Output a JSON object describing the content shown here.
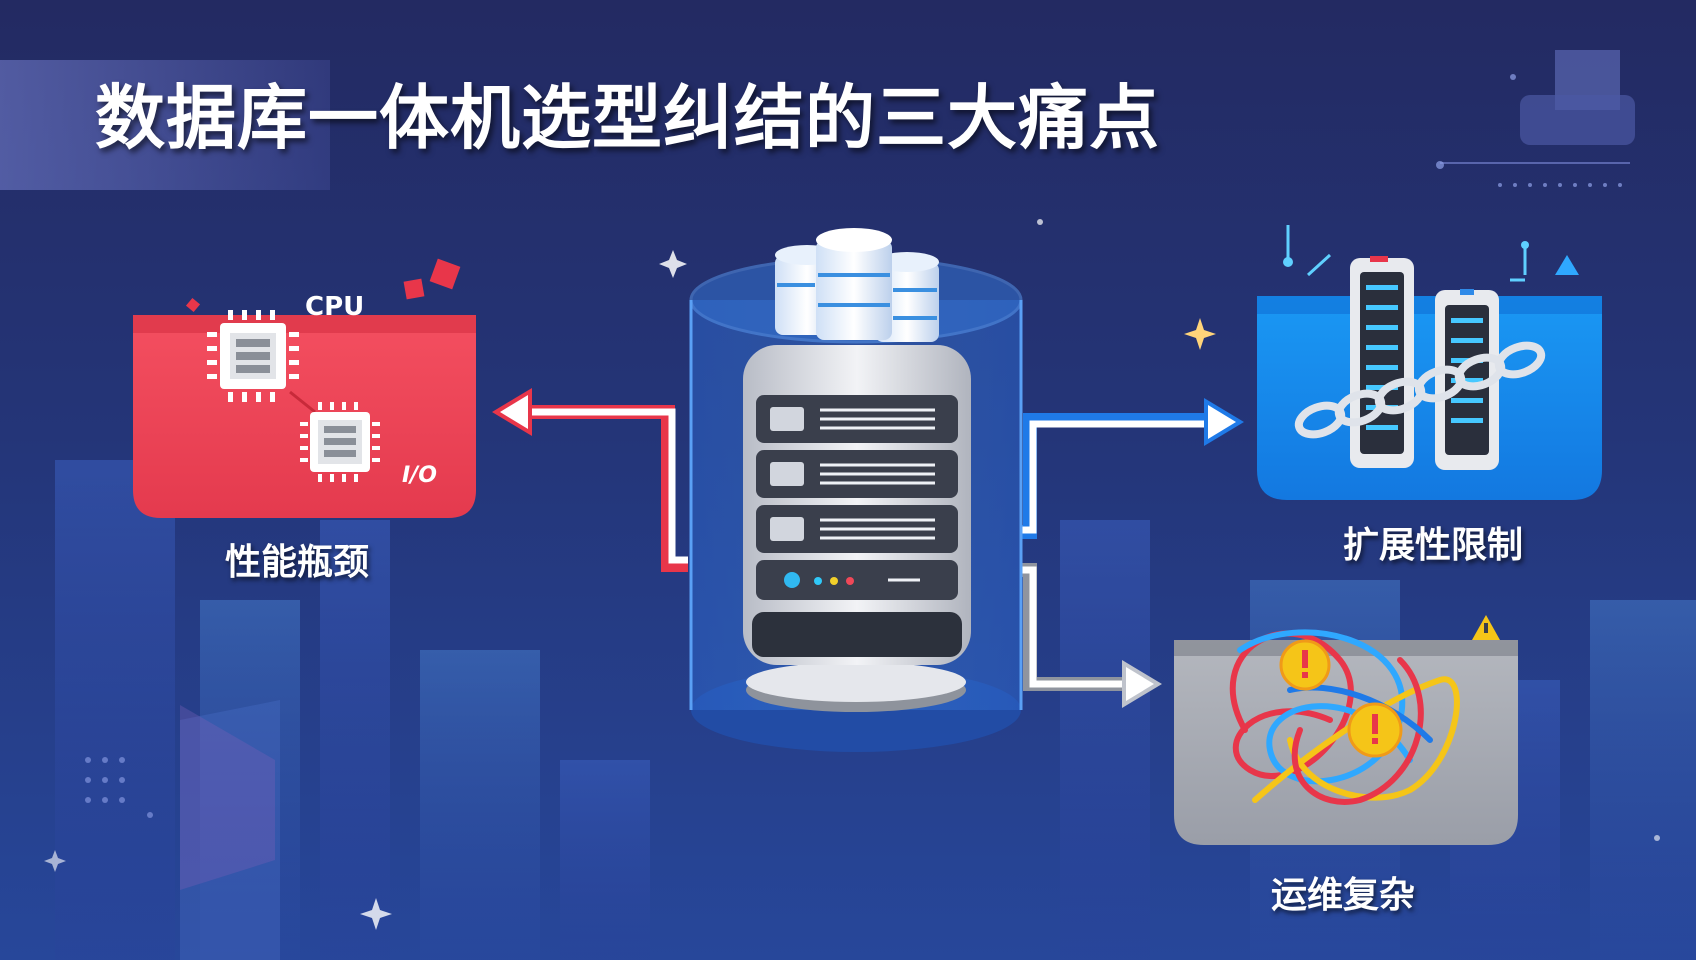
{
  "slide": {
    "title": "数据库一体机选型纠结的三大痛点"
  },
  "panels": {
    "performance": {
      "label": "性能瓶颈",
      "chip_cpu": "CPU",
      "chip_io": "I/O"
    },
    "scalability": {
      "label": "扩展性限制"
    },
    "operations": {
      "label": "运维复杂"
    }
  },
  "colors": {
    "background": "#24357a",
    "performance_panel": "#f0485a",
    "scalability_panel": "#1a8ff0",
    "operations_panel": "#a9acb4",
    "arrow_red": "#e8364a",
    "arrow_blue": "#1f7ae8",
    "arrow_grey": "#bfc3cc"
  },
  "icons": {
    "center": "database-server-icon",
    "performance": "cpu-chip-icon",
    "scalability": "chained-server-icon",
    "operations": "tangled-wires-warning-icon"
  }
}
